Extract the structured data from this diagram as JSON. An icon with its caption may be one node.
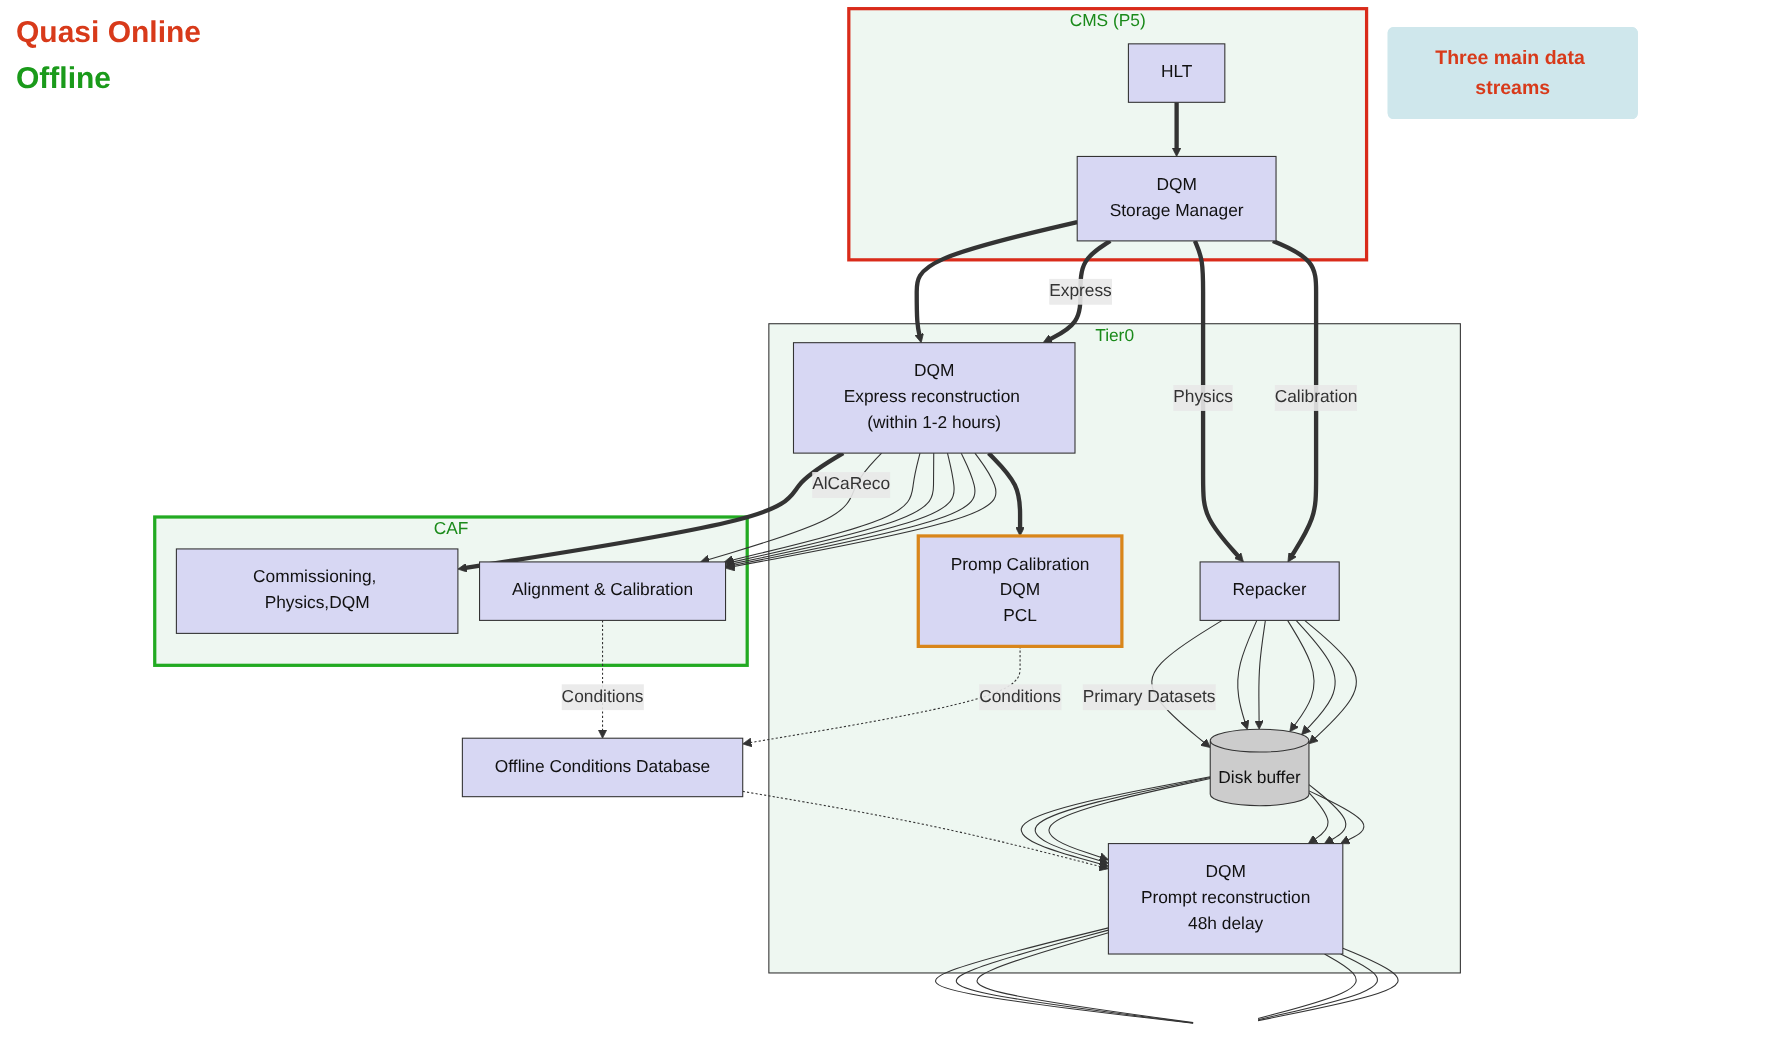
{
  "diagram": {
    "nodes": [
      {
        "text": [
          "CMS (P5)"
        ]
      },
      {
        "text": [
          "HLT"
        ],
        "in": 0
      },
      {
        "text": [
          "DQM",
          "Storage Manager"
        ],
        "in": 0
      },
      {
        "text": [
          "CAF"
        ]
      },
      {
        "text": [
          "Commissioning, Physics,DQM"
        ],
        "in": 3
      },
      {
        "text": [
          "Alignment & Calibration"
        ],
        "in": 3
      },
      {
        "text": [
          "Offline Conditions Database"
        ]
      },
      {
        "text": [
          "Three main data streams"
        ]
      },
      {
        "text": [
          "Tier0"
        ]
      },
      {
        "text": [
          "DQM",
          "Express reconstruction (within 1-2 hours)"
        ],
        "in": 8
      },
      {
        "text": [
          "Promp Calibration",
          "DQM",
          "PCL"
        ],
        "in": 8
      },
      {
        "text": [
          "Repacker"
        ],
        "in": 8
      },
      {
        "text": [
          "Disk buffer"
        ],
        "in": 8
      },
      {
        "text": [
          "DQM",
          "Prompt reconstruction",
          "48h delay"
        ],
        "in": 8
      }
    ],
    "labels": [
      "Quasi Online",
      "Offline"
    ],
    "edges": [
      {
        "from": 1,
        "to": 2,
        "arrow": "to",
        "style": "thick"
      },
      {
        "from": 2,
        "to": 11,
        "arrow": "to",
        "label": "Physics",
        "style": "thick"
      },
      {
        "from": 2,
        "to": 11,
        "arrow": "to",
        "label": "Calibration",
        "style": "thick"
      },
      {
        "from": 2,
        "to": 9,
        "arrow": "to",
        "style": "thick"
      },
      {
        "from": 2,
        "to": 9,
        "arrow": "to",
        "label": "Express",
        "style": "thick"
      },
      {
        "from": 9,
        "to": 4,
        "arrow": "to",
        "style": "thick"
      },
      {
        "from": 9,
        "to": 5,
        "arrow": "to",
        "label": "AlCaReco"
      },
      {
        "from": 9,
        "to": 5,
        "arrow": "to"
      },
      {
        "from": 9,
        "to": 5,
        "arrow": "to"
      },
      {
        "from": 9,
        "to": 5,
        "arrow": "to"
      },
      {
        "from": 9,
        "to": 5,
        "arrow": "to"
      },
      {
        "from": 9,
        "to": 5,
        "arrow": "to"
      },
      {
        "from": 9,
        "to": 10,
        "arrow": "to",
        "style": "thick"
      },
      {
        "from": 5,
        "to": 6,
        "arrow": "to",
        "label": "Conditions",
        "style": "dashed"
      },
      {
        "from": 10,
        "to": 6,
        "arrow": "to",
        "label": "Conditions",
        "style": "dashed"
      },
      {
        "from": 6,
        "to": 13,
        "arrow": "to",
        "style": "dashed"
      },
      {
        "from": 11,
        "to": 12,
        "arrow": "to",
        "label": "Primary Datasets"
      },
      {
        "from": 11,
        "to": 12,
        "arrow": "to"
      },
      {
        "from": 11,
        "to": 12,
        "arrow": "to"
      },
      {
        "from": 11,
        "to": 12,
        "arrow": "to"
      },
      {
        "from": 11,
        "to": 12,
        "arrow": "to"
      },
      {
        "from": 11,
        "to": 12,
        "arrow": "to"
      },
      {
        "from": 12,
        "to": 13,
        "arrow": "to"
      },
      {
        "from": 12,
        "to": 13,
        "arrow": "to"
      },
      {
        "from": 12,
        "to": 13,
        "arrow": "to"
      },
      {
        "from": 12,
        "to": 13,
        "arrow": "to"
      },
      {
        "from": 12,
        "to": 13,
        "arrow": "to"
      },
      {
        "from": 12,
        "to": 13,
        "arrow": "to"
      },
      {
        "from": 13,
        "to": null,
        "arrow": "none"
      },
      {
        "from": 13,
        "to": null,
        "arrow": "none"
      },
      {
        "from": 13,
        "to": null,
        "arrow": "none"
      },
      {
        "from": 13,
        "to": null,
        "arrow": "none"
      },
      {
        "from": 13,
        "to": null,
        "arrow": "none"
      },
      {
        "from": 13,
        "to": null,
        "arrow": "none"
      }
    ]
  }
}
